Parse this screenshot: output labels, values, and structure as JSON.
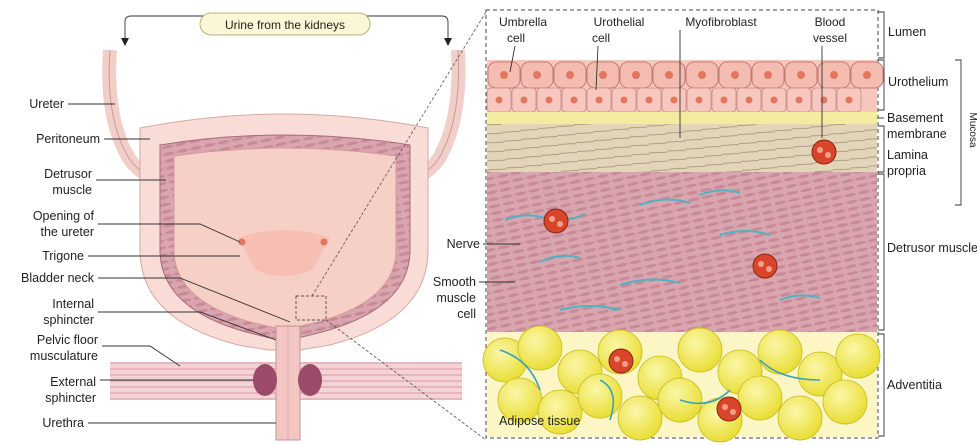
{
  "top_banner": "Urine from the kidneys",
  "left_labels": {
    "ureter": "Ureter",
    "peritoneum": "Peritoneum",
    "detrusor_1": "Detrusor",
    "detrusor_2": "muscle",
    "opening_1": "Opening of",
    "opening_2": "the ureter",
    "trigone": "Trigone",
    "bladder_neck": "Bladder neck",
    "internal_1": "Internal",
    "internal_2": "sphincter",
    "pelvic_1": "Pelvic floor",
    "pelvic_2": "musculature",
    "external_1": "External",
    "external_2": "sphincter",
    "urethra": "Urethra"
  },
  "top_cell_labels": {
    "umbrella_1": "Umbrella",
    "umbrella_2": "cell",
    "urothelial_1": "Urothelial",
    "urothelial_2": "cell",
    "myofibroblast": "Myofibroblast",
    "blood_1": "Blood",
    "blood_2": "vessel"
  },
  "inner_labels": {
    "nerve": "Nerve",
    "smooth_1": "Smooth",
    "smooth_2": "muscle",
    "smooth_3": "cell",
    "adipose": "Adipose tissue"
  },
  "layer_labels": {
    "lumen": "Lumen",
    "urothelium": "Urothelium",
    "basement_1": "Basement",
    "basement_2": "membrane",
    "lamina_1": "Lamina",
    "lamina_2": "propria",
    "detrusor": "Detrusor muscle",
    "adventitia": "Adventitia",
    "mucosa": "Mucosa"
  },
  "colors": {
    "bladder_fill": "#f6cfc6",
    "bladder_wall": "#c98a93",
    "urothelium": "#f4b3a8",
    "basement": "#f2eba0",
    "lamina": "#d8c8a8",
    "detrusor": "#d9a6b0",
    "adipose": "#f2ec44",
    "vessel": "#d9452a",
    "nerve": "#4fb3c4"
  }
}
